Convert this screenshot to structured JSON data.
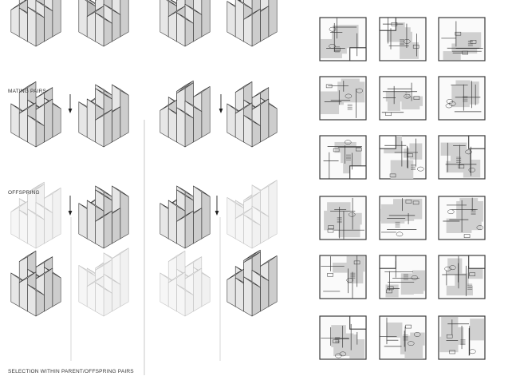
{
  "labels": {
    "mating_pairs": "MATING PAIRS",
    "offspring": "OFFSPRING",
    "selection": "SELECTION WITHIN PARENT/OFFSPRING PAIRS"
  },
  "colors": {
    "roof": "#f7f7f7",
    "wall_light": "#e6e6e6",
    "wall_dark": "#cdcdcd",
    "accent": "#bdbdbd",
    "edge": "#3a3a3a",
    "faded_edge": "#c4c4c4",
    "plan_fill": "#d0d0d0",
    "plan_wall": "#3a3a3a"
  },
  "groups": {
    "left_rows": [
      "parents",
      "offspring",
      "selection-a",
      "selection-b"
    ],
    "right_rows": [
      "parents",
      "offspring",
      "selection-a",
      "selection-b"
    ]
  },
  "floor_plans": {
    "rows": 6,
    "columns": 3
  }
}
